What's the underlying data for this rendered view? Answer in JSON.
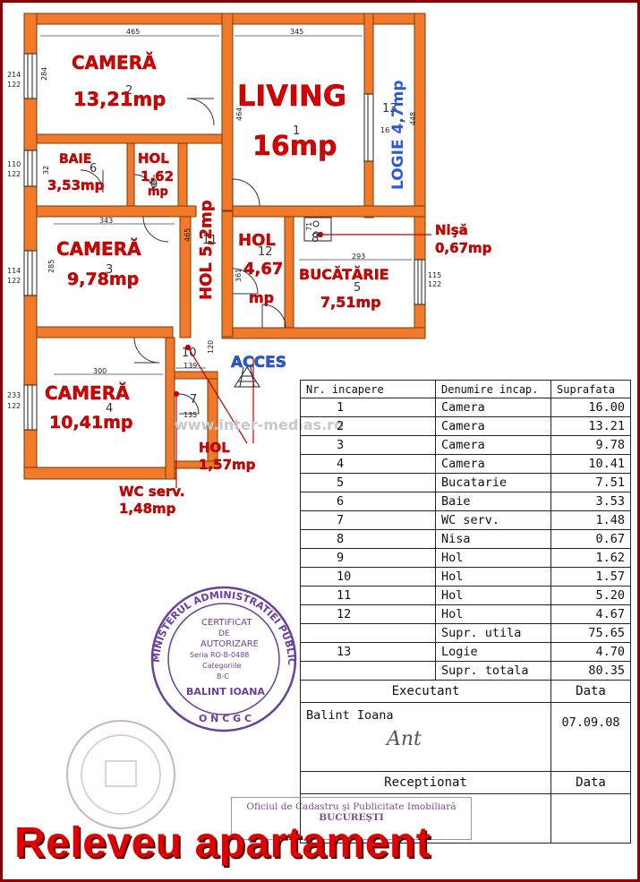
{
  "rooms": {
    "camera_tl": {
      "name": "CAMERĂ",
      "area": "13,21mp"
    },
    "living": {
      "name": "LIVING",
      "area": "16mp"
    },
    "logie": {
      "label": "LOGIE 4,7mp"
    },
    "baie": {
      "name": "BAIE",
      "area": "3,53mp"
    },
    "hol_small": {
      "name": "HOL",
      "area1": "1,62",
      "area2": "mp"
    },
    "hol_vertical": {
      "label": "HOL 5,2mp"
    },
    "camera_mid": {
      "name": "CAMERĂ",
      "area": "9,78mp"
    },
    "hol_center": {
      "name": "HOL",
      "area1": "4,67",
      "area2": "mp"
    },
    "bucatarie": {
      "name": "BUCĂTĂRIE",
      "area": "7,51mp"
    },
    "nisa": {
      "name": "Nişă",
      "area": "0,67mp"
    },
    "camera_bl": {
      "name": "CAMERĂ",
      "area": "10,41mp"
    },
    "hol_bottom": {
      "name": "HOL",
      "area": "1,57mp"
    },
    "wc": {
      "name": "WC serv.",
      "area": "1,48mp"
    },
    "acces": "ACCES"
  },
  "dimensions": {
    "d465": "465",
    "d345": "345",
    "d214": "214",
    "d122": "122",
    "d284": "284",
    "d464": "464",
    "d110": "110",
    "d343": "343",
    "d285": "285",
    "d114": "114",
    "d233": "233",
    "d300": "300",
    "d293": "293",
    "d115": "115",
    "d139": "139",
    "d135": "135",
    "d120": "120",
    "d448": "448",
    "d361": "361",
    "d465b": "465",
    "d32": "32",
    "d71": "71",
    "d16": "16"
  },
  "room_numbers": [
    "1",
    "2",
    "3",
    "4",
    "5",
    "6",
    "7",
    "8",
    "9",
    "10",
    "11",
    "12",
    "13"
  ],
  "watermark": "www.inter-medias.ro",
  "table": {
    "headers": [
      "Nr. incapere",
      "Denumire incap.",
      "Suprafata"
    ],
    "rows": [
      {
        "nr": "1",
        "name": "Camera",
        "area": "16.00"
      },
      {
        "nr": "2",
        "name": "Camera",
        "area": "13.21"
      },
      {
        "nr": "3",
        "name": "Camera",
        "area": "9.78"
      },
      {
        "nr": "4",
        "name": "Camera",
        "area": "10.41"
      },
      {
        "nr": "5",
        "name": "Bucatarie",
        "area": "7.51"
      },
      {
        "nr": "6",
        "name": "Baie",
        "area": "3.53"
      },
      {
        "nr": "7",
        "name": "WC serv.",
        "area": "1.48"
      },
      {
        "nr": "8",
        "name": "Nisa",
        "area": "0.67"
      },
      {
        "nr": "9",
        "name": "Hol",
        "area": "1.62"
      },
      {
        "nr": "10",
        "name": "Hol",
        "area": "1.57"
      },
      {
        "nr": "11",
        "name": "Hol",
        "area": "5.20"
      },
      {
        "nr": "12",
        "name": "Hol",
        "area": "4.67"
      },
      {
        "nr": "",
        "name": "Supr. utila",
        "area": "75.65"
      },
      {
        "nr": "13",
        "name": "Logie",
        "area": "4.70"
      },
      {
        "nr": "",
        "name": "Supr. totala",
        "area": "80.35"
      }
    ],
    "executant_label": "Executant",
    "data_label": "Data",
    "executant_name": "Balint Ioana",
    "executant_date": "07.09.08",
    "receptionat_label": "Receptionat",
    "receptionat_data_label": "Data"
  },
  "stamp": {
    "outer": "MINISTERUL ADMINISTRATIEI PUBLICE",
    "bottom": "O N C G C",
    "line1": "CERTIFICAT",
    "line2": "DE",
    "line3": "AUTORIZARE",
    "line4": "Seria RO-B-0488",
    "line5": "Categoriile",
    "line6": "B-C",
    "name": "BALINT IOANA"
  },
  "ocpi_stamp": {
    "line1": "Oficiul de Cadastru şi Publicitate Imobiliară",
    "line2": "BUCUREŞTI"
  },
  "title": "Releveu apartament",
  "colors": {
    "wall": "#f07a2a",
    "label": "#d90000",
    "blue": "#2a5bd7",
    "stamp": "#6b3fa0",
    "frame": "#8b0000"
  }
}
